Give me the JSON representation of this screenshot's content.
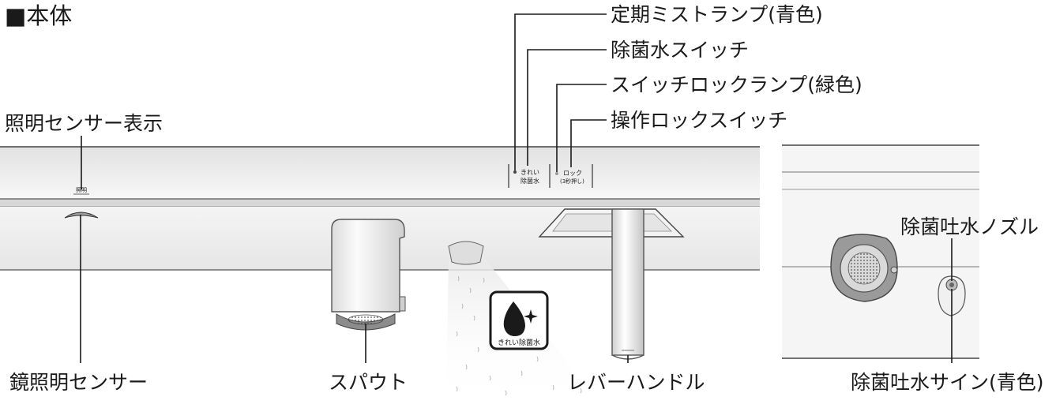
{
  "section_title": "■本体",
  "labels": {
    "mist_lamp": "定期ミストランプ(青色)",
    "sterilizing_water_switch": "除菌水スイッチ",
    "switch_lock_lamp": "スイッチロックランプ(緑色)",
    "operation_lock_switch": "操作ロックスイッチ",
    "light_sensor_display": "照明センサー表示",
    "mirror_light_sensor": "鏡照明センサー",
    "spout": "スパウト",
    "lever_handle": "レバーハンドル",
    "sterilizing_nozzle": "除菌吐水ノズル",
    "sterilizing_sign": "除菌吐水サイン(青色)"
  },
  "panel": {
    "light_mark": "照明",
    "kirei_line1": "きれい",
    "kirei_line2": "除菌水",
    "lock_line1": "ロック",
    "lock_line2": "(3秒押し)"
  },
  "badge": {
    "text": "きれい除菌水"
  }
}
